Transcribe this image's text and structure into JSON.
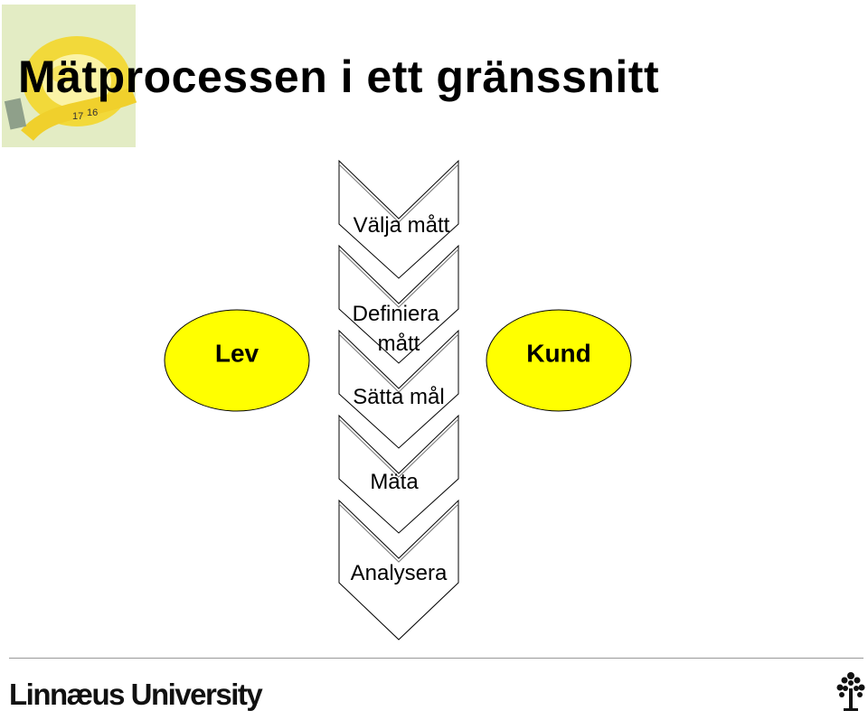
{
  "title": "Mätprocessen i ett gränssnitt",
  "nodes": {
    "left_oval": "Lev",
    "right_oval": "Kund"
  },
  "steps": [
    {
      "lines": [
        "Välja mått"
      ]
    },
    {
      "lines": [
        "Definiera",
        "mått"
      ]
    },
    {
      "lines": [
        "Sätta mål"
      ]
    },
    {
      "lines": [
        "Mäta"
      ]
    },
    {
      "lines": [
        "Analysera"
      ]
    }
  ],
  "footer": {
    "brand": "Linnæus University"
  },
  "colors": {
    "oval_fill": "#ffff00",
    "outline": "#000000",
    "footer_rule": "#999999"
  },
  "icons": [
    "tape-measure-image",
    "tree-logo-icon"
  ]
}
